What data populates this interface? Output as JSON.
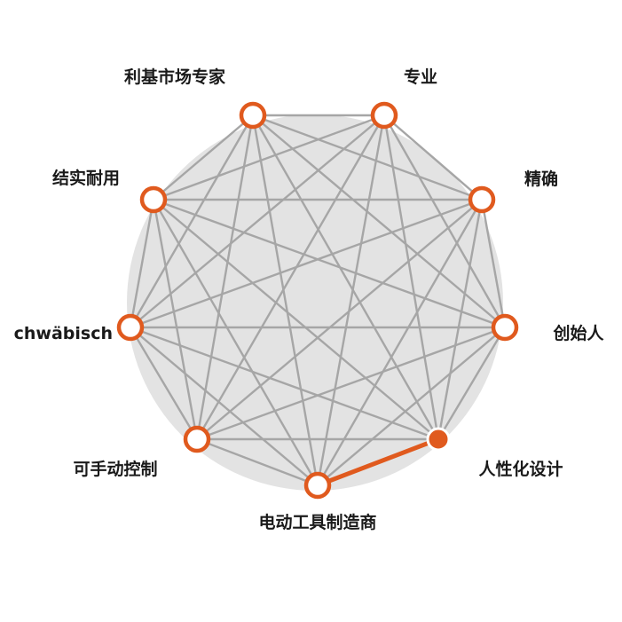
{
  "colors": {
    "background_disc": "#e3e3e3",
    "edge": "#a6a6a6",
    "node_stroke": "#e05a1e",
    "node_fill": "#ffffff",
    "highlight_edge": "#e05a1e",
    "active_node_fill": "#e05a1e"
  },
  "nodes": [
    {
      "id": "expert",
      "label": "利基市场专家",
      "state": "normal",
      "icon": "ring-node"
    },
    {
      "id": "professional",
      "label": "专业",
      "state": "normal",
      "icon": "ring-node"
    },
    {
      "id": "precise",
      "label": "精确",
      "state": "normal",
      "icon": "ring-node"
    },
    {
      "id": "founder",
      "label": "创始人",
      "state": "normal",
      "icon": "ring-node"
    },
    {
      "id": "ergonomic",
      "label": "人性化设计",
      "state": "active",
      "icon": "filled-dot-node"
    },
    {
      "id": "manufacturer",
      "label": "电动工具制造商",
      "state": "normal",
      "icon": "ring-node"
    },
    {
      "id": "controllable",
      "label": "可手动控制",
      "state": "normal",
      "icon": "ring-node"
    },
    {
      "id": "swabian",
      "label": "chwäbisch",
      "state": "normal",
      "icon": "ring-node"
    },
    {
      "id": "robust",
      "label": "结实耐用",
      "state": "normal",
      "icon": "ring-node"
    }
  ],
  "connections": "all-pairs",
  "highlighted_edge": [
    "ergonomic",
    "manufacturer"
  ]
}
